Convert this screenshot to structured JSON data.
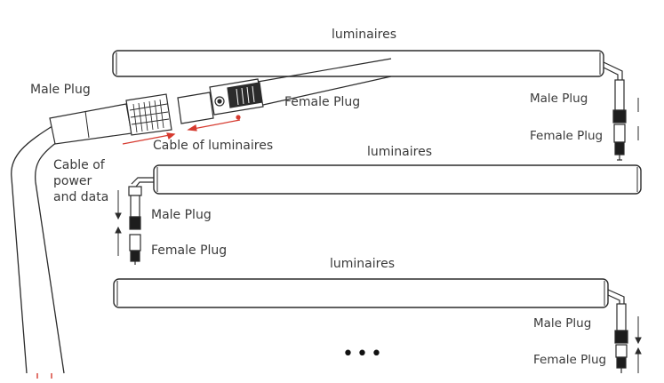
{
  "labels": {
    "luminaires_1": "luminaires",
    "luminaires_2": "luminaires",
    "luminaires_3": "luminaires",
    "male_plug_left": "Male Plug",
    "female_plug_top": "Female Plug",
    "cable_of_luminaires": "Cable of luminaires",
    "cable_power_data": "Cable of power and data",
    "male_plug_right_1": "Male Plug",
    "female_plug_right_1": "Female Plug",
    "male_plug_left_2": "Male Plug",
    "female_plug_left_2": "Female Plug",
    "male_plug_right_3": "Male Plug",
    "female_plug_right_3": "Female Plug",
    "ellipsis": "•••"
  },
  "colors": {
    "line": "#2b2b2b",
    "arrow": "#d63a2f",
    "plug_dark": "#1d1d1d"
  }
}
